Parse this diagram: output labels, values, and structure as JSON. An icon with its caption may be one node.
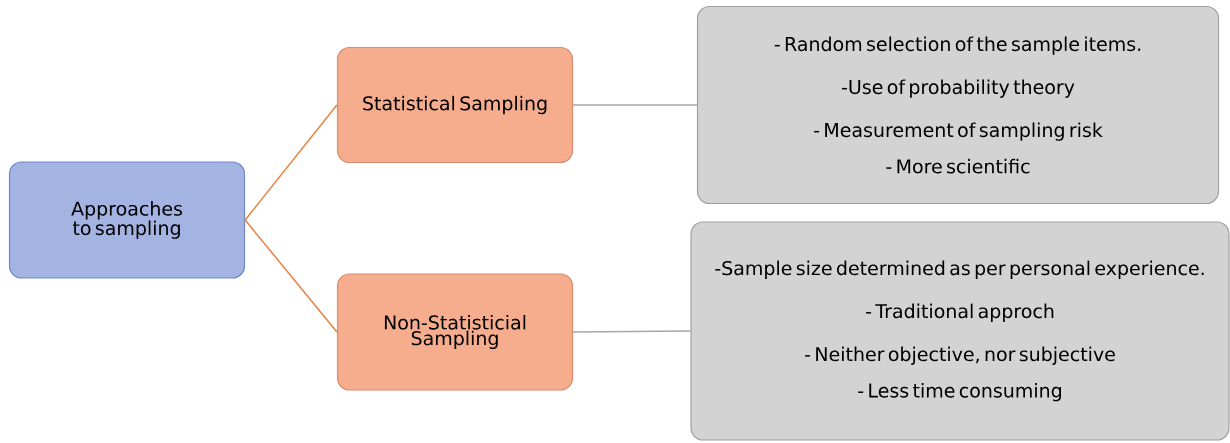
{
  "diagram": {
    "nodes": [
      {
        "text": [
          "Approaches to sampling"
        ]
      },
      {
        "text": [
          "Statistical Sampling"
        ]
      },
      {
        "text": [
          "- Random selection of the sample items.",
          "-Use of probability theory",
          "- Measurement of sampling risk",
          "- More scientific"
        ]
      },
      {
        "text": [
          "Non-Statisticial Sampling"
        ]
      },
      {
        "text": [
          "-Sample size determined as per personal experience.",
          "- Traditional approch",
          "- Neither objective, nor subjective",
          "- Less time consuming"
        ]
      }
    ],
    "edges": [
      {
        "from": 0,
        "to": 1,
        "arrow": "none",
        "color": "#e8823e"
      },
      {
        "from": 0,
        "to": 3,
        "arrow": "none",
        "color": "#e8823e"
      },
      {
        "from": 1,
        "to": 2,
        "arrow": "none",
        "color": "#a6a6a6"
      },
      {
        "from": 3,
        "to": 4,
        "arrow": "none",
        "color": "#a6a6a6"
      }
    ]
  }
}
